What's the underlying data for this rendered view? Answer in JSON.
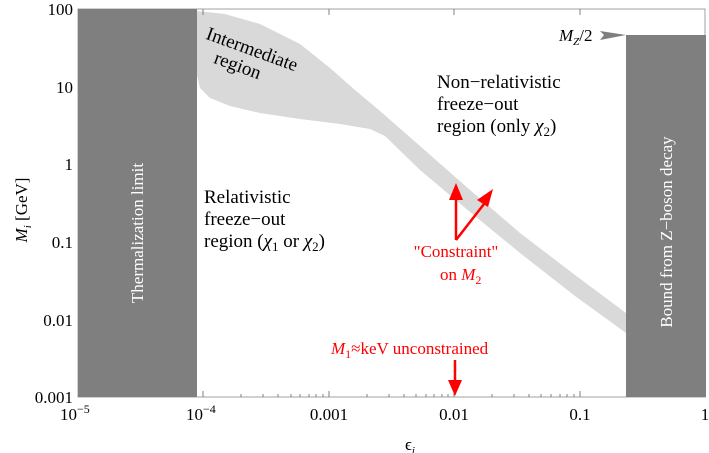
{
  "chart_data": {
    "type": "area",
    "title": "",
    "xlabel": "ε_i",
    "ylabel": "M_i [GeV]",
    "xscale": "log",
    "yscale": "log",
    "xlim": [
      1e-05,
      1
    ],
    "ylim": [
      0.001,
      100
    ],
    "x_ticks": [
      {
        "value": 1e-05,
        "label": "10",
        "sup": "−5"
      },
      {
        "value": 0.0001,
        "label": "10",
        "sup": "−4"
      },
      {
        "value": 0.001,
        "label": "0.001"
      },
      {
        "value": 0.01,
        "label": "0.01"
      },
      {
        "value": 0.1,
        "label": "0.1"
      },
      {
        "value": 1,
        "label": "1"
      }
    ],
    "y_ticks": [
      {
        "value": 100,
        "label": "100"
      },
      {
        "value": 10,
        "label": "10"
      },
      {
        "value": 1,
        "label": "1"
      },
      {
        "value": 0.1,
        "label": "0.1"
      },
      {
        "value": 0.01,
        "label": "0.01"
      },
      {
        "value": 0.001,
        "label": "0.001"
      }
    ],
    "excluded_regions": [
      {
        "name": "Thermalization limit",
        "x_range": [
          1e-05,
          8.9e-05
        ],
        "y_range": [
          0.001,
          100
        ],
        "color": "#7f7f7f"
      },
      {
        "name": "Bound from Z−boson decay",
        "x_range": [
          0.24,
          1
        ],
        "y_range": [
          0.001,
          45.6
        ],
        "color": "#7f7f7f"
      }
    ],
    "band": {
      "name": "Intermediate region / M_2 constraint band",
      "color": "#d9d9d9",
      "upper_edge": [
        [
          8.9e-05,
          97
        ],
        [
          0.0002,
          65
        ],
        [
          0.0004,
          42
        ],
        [
          0.001,
          14
        ],
        [
          0.0017,
          8
        ],
        [
          0.01,
          0.9
        ],
        [
          0.03,
          0.2
        ],
        [
          0.1,
          0.045
        ],
        [
          0.24,
          0.0086
        ]
      ],
      "lower_edge": [
        [
          8.9e-05,
          14
        ],
        [
          0.0001,
          9.5
        ],
        [
          0.0002,
          5.8
        ],
        [
          0.0006,
          4.6
        ],
        [
          0.002,
          3.7
        ],
        [
          0.0027,
          3.2
        ],
        [
          0.01,
          0.55
        ],
        [
          0.03,
          0.13
        ],
        [
          0.1,
          0.03
        ],
        [
          0.24,
          0.0048
        ]
      ]
    },
    "annotations": [
      {
        "text": "M_Z/2",
        "x": 0.24,
        "y": 45.6,
        "arrow": "right"
      },
      {
        "text": "Intermediate region",
        "x": 0.0003,
        "y": 30
      },
      {
        "text": "Non−relativistic freeze−out region (only χ2)"
      },
      {
        "text": "Relativistic freeze−out region (χ1 or χ2)"
      },
      {
        "text": "\"Constraint\" on M_2",
        "color": "#ff0000"
      },
      {
        "text": "M_1≈keV unconstrained",
        "x": 0.01,
        "color": "#ff0000"
      }
    ]
  },
  "labels": {
    "y_axis_main": "M",
    "y_axis_sub": "i",
    "y_axis_unit": " [GeV]",
    "x_axis_main": "ϵ",
    "x_axis_sub": "i",
    "thermalization": "Thermalization limit",
    "zboson": "Bound from Z−boson decay",
    "mz_main": "M",
    "mz_sub": "Z",
    "mz_tail": "/2",
    "intermediate_1": "Intermediate",
    "intermediate_2": "region",
    "nonrel_1": "Non−relativistic",
    "nonrel_2": "freeze−out",
    "nonrel_3a": "region (only ",
    "nonrel_3chi": "χ",
    "nonrel_3sub": "2",
    "nonrel_3b": ")",
    "rel_1": "Relativistic",
    "rel_2": "freeze−out",
    "rel_3a": "region (",
    "rel_3chi1": "χ",
    "rel_3sub1": "1",
    "rel_3mid": " or ",
    "rel_3chi2": "χ",
    "rel_3sub2": "2",
    "rel_3b": ")",
    "constraint_1": "\"Constraint\"",
    "constraint_2a": "on ",
    "constraint_2m": "M",
    "constraint_2sub": "2",
    "m1_main": "M",
    "m1_sub": "1",
    "m1_tail": "≈keV unconstrained"
  },
  "colors": {
    "excluded": "#7f7f7f",
    "band": "#d9d9d9",
    "annotation": "#ff0000",
    "frame": "#a0a0a0"
  }
}
